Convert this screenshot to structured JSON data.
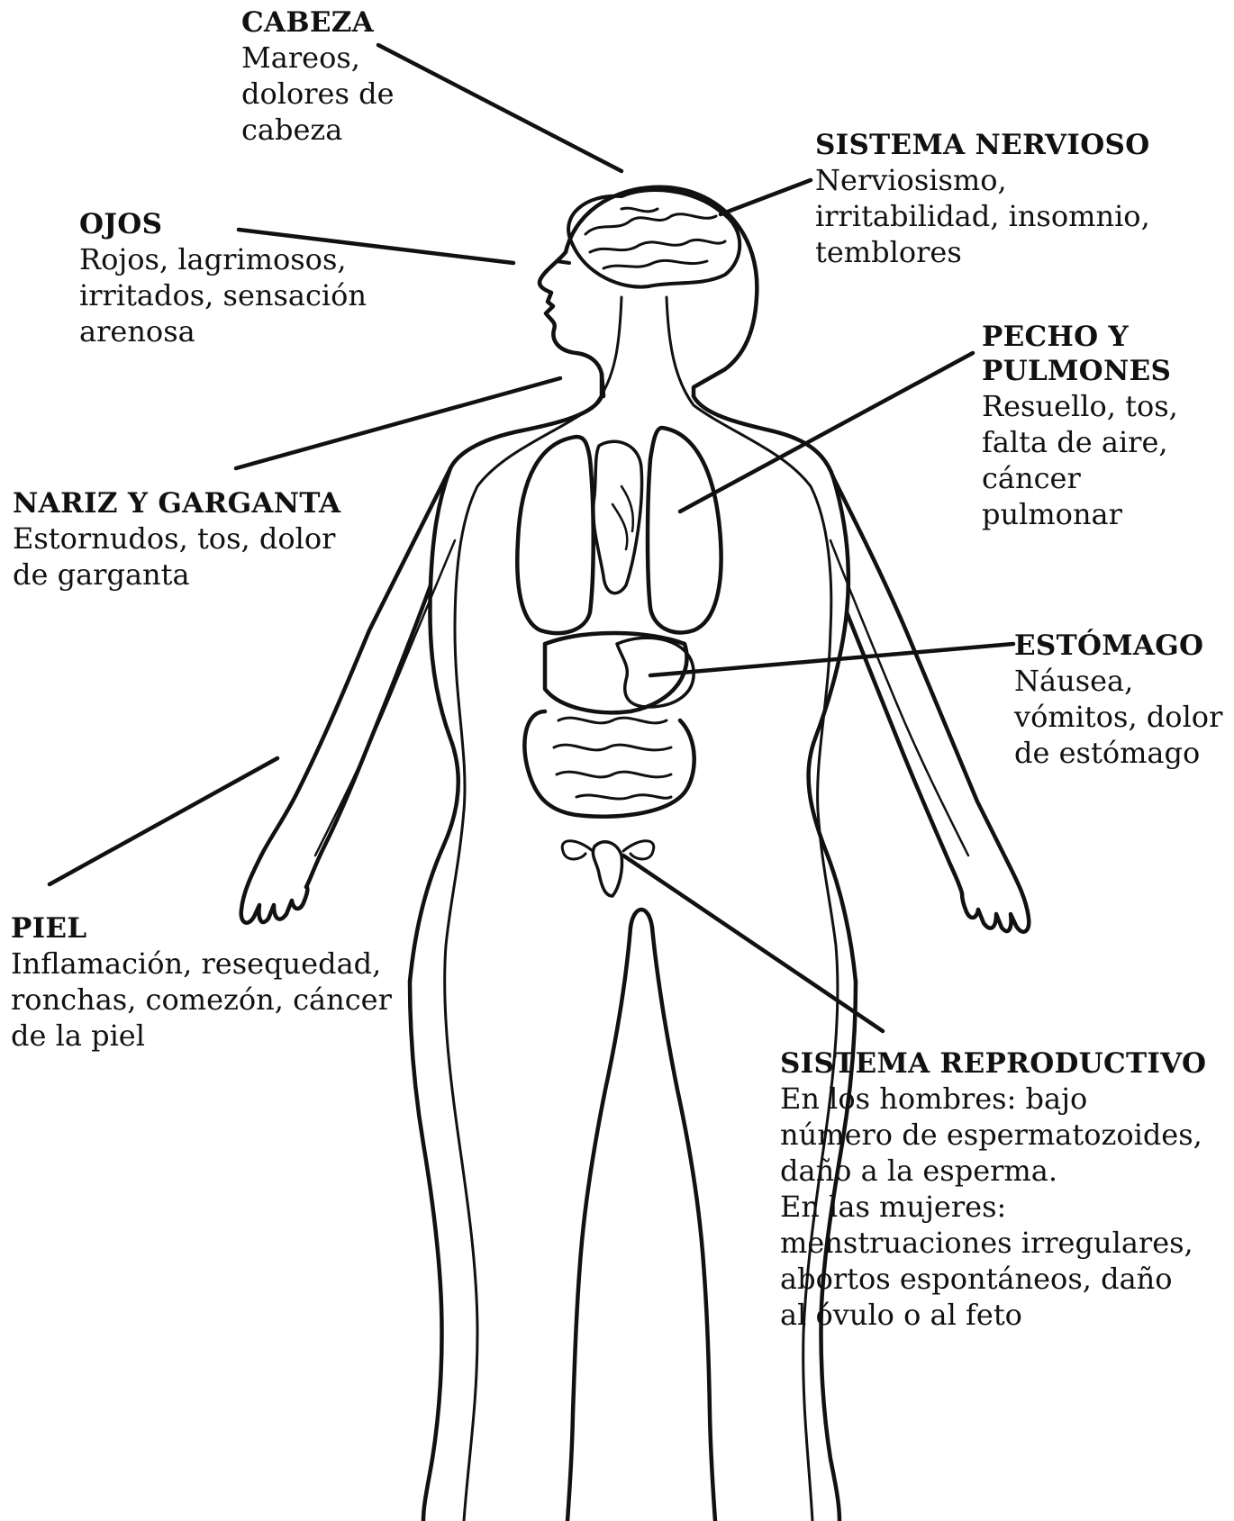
{
  "labels": {
    "cabeza": {
      "title": "CABEZA",
      "desc": "Mareos,\ndolores de\ncabeza"
    },
    "nervioso": {
      "title": "SISTEMA NERVIOSO",
      "desc": "Nerviosismo,\nirritabilidad, insomnio,\ntemblores"
    },
    "ojos": {
      "title": "OJOS",
      "desc": "Rojos, lagrimosos,\nirritados, sensación\narenosa"
    },
    "pecho": {
      "title": "PECHO Y\nPULMONES",
      "desc": "Resuello, tos,\nfalta de aire,\ncáncer\npulmonar"
    },
    "nariz": {
      "title": "NARIZ Y GARGANTA",
      "desc": "Estornudos, tos, dolor\nde garganta"
    },
    "estomago": {
      "title": "ESTÓMAGO",
      "desc": "Náusea,\nvómitos, dolor\nde estómago"
    },
    "piel": {
      "title": "PIEL",
      "desc": "Inflamación, resequedad,\nronchas, comezón, cáncer\nde la piel"
    },
    "reproductivo": {
      "title": "SISTEMA REPRODUCTIVO",
      "desc": "En los hombres: bajo\nnúmero de espermatozoides,\ndaño a la esperma.\nEn las mujeres:\nmenstruaciones irregulares,\nabortos espontáneos, daño\nal óvulo o al feto"
    }
  },
  "colors": {
    "ink": "#111111",
    "background": "#ffffff"
  }
}
